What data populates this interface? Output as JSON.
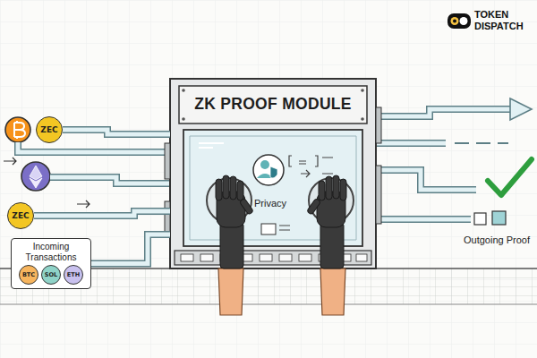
{
  "diagram": {
    "nodes": [
      {
        "text": [
          "ZK PROOF MODULE"
        ]
      },
      {
        "text": [
          "ZEC"
        ]
      },
      {
        "text": [
          "ZEC"
        ]
      },
      {
        "text": [
          "Incoming Transactions"
        ]
      },
      {
        "text": [
          "BTC"
        ],
        "in": 3
      },
      {
        "text": [
          "SOL"
        ],
        "in": 3
      },
      {
        "text": [
          "ETH"
        ],
        "in": 3
      }
    ],
    "edges": [
      {
        "from": 1,
        "to": 0,
        "arrow": "none"
      },
      {
        "from": 2,
        "to": 0,
        "arrow": "none"
      },
      {
        "from": 3,
        "to": 0,
        "arrow": "none"
      }
    ],
    "labels": [
      "Privacy",
      "Outgoing Proof",
      "TOKEN DISPATCH"
    ]
  }
}
